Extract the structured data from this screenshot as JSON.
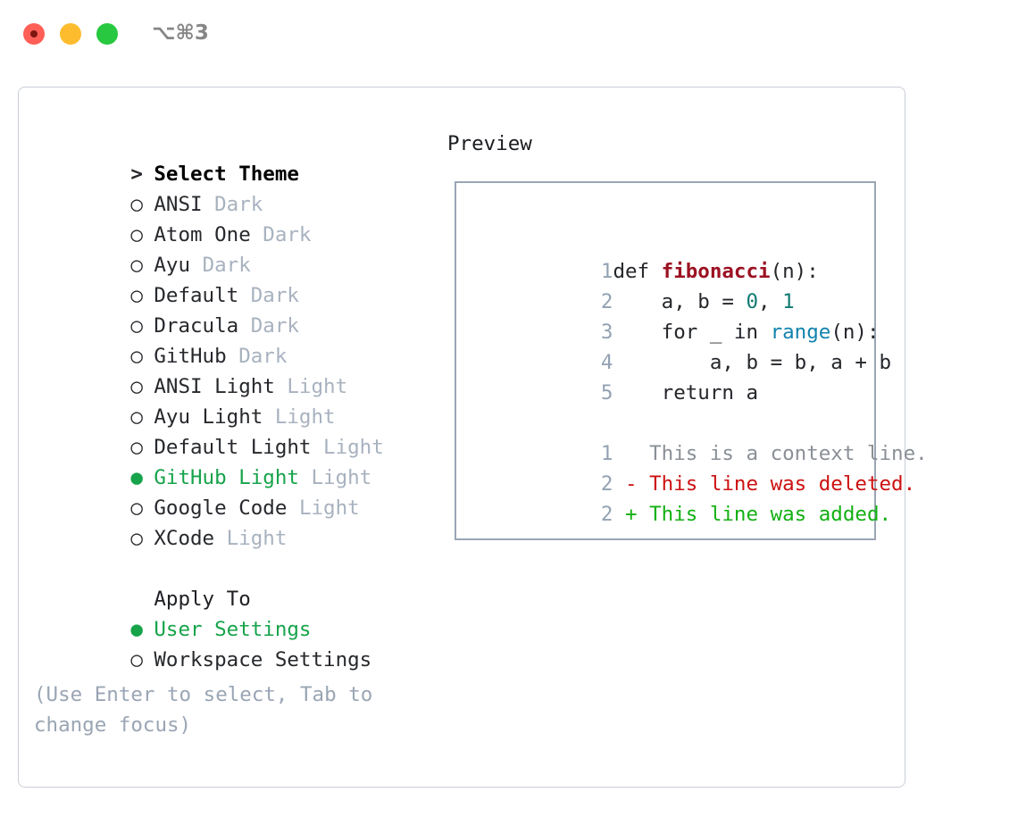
{
  "titlebar": {
    "shortcut": "⌥⌘3",
    "traffic_lights": [
      "close-dot",
      "minimize-dot",
      "maximize-dot"
    ],
    "colors": {
      "red": "#ff5f57",
      "yellow": "#fdbc2e",
      "green": "#28c840"
    }
  },
  "colors": {
    "selected_green": "#16a34a",
    "tag_gray": "#a8b2bf",
    "hint_gray": "#9aa5b4",
    "border_gray": "#c9ced6",
    "preview_border": "#9aa5b4",
    "lineno_gray": "#93a2b3",
    "code_func_red": "#9c1122",
    "code_number_teal": "#0e7a72",
    "code_call_blue": "#1183ad",
    "diff_delete_red": "#cc1111",
    "diff_add_green": "#13b013",
    "diff_context_gray": "#8a8f96"
  },
  "theme_list": {
    "header": {
      "marker": ">",
      "label": "Select Theme"
    },
    "items": [
      {
        "marker": "○",
        "label": "ANSI",
        "tag": "Dark",
        "selected": false
      },
      {
        "marker": "○",
        "label": "Atom One",
        "tag": "Dark",
        "selected": false
      },
      {
        "marker": "○",
        "label": "Ayu",
        "tag": "Dark",
        "selected": false
      },
      {
        "marker": "○",
        "label": "Default",
        "tag": "Dark",
        "selected": false
      },
      {
        "marker": "○",
        "label": "Dracula",
        "tag": "Dark",
        "selected": false
      },
      {
        "marker": "○",
        "label": "GitHub",
        "tag": "Dark",
        "selected": false
      },
      {
        "marker": "○",
        "label": "ANSI Light",
        "tag": "Light",
        "selected": false
      },
      {
        "marker": "○",
        "label": "Ayu Light",
        "tag": "Light",
        "selected": false
      },
      {
        "marker": "○",
        "label": "Default Light",
        "tag": "Light",
        "selected": false
      },
      {
        "marker": "●",
        "label": "GitHub Light",
        "tag": "Light",
        "selected": true
      },
      {
        "marker": "○",
        "label": "Google Code",
        "tag": "Light",
        "selected": false
      },
      {
        "marker": "○",
        "label": "XCode",
        "tag": "Light",
        "selected": false
      }
    ]
  },
  "apply_to": {
    "header": {
      "marker": " ",
      "label": "Apply To"
    },
    "items": [
      {
        "marker": "●",
        "label": "User Settings",
        "selected": true
      },
      {
        "marker": "○",
        "label": "Workspace Settings",
        "selected": false
      }
    ]
  },
  "hint": "(Use Enter to select, Tab to change focus)",
  "preview": {
    "title": "Preview",
    "code_lines": [
      {
        "no": "1",
        "segments": [
          {
            "text": "def ",
            "kind": "plain"
          },
          {
            "text": "fibonacci",
            "kind": "func"
          },
          {
            "text": "(n):",
            "kind": "plain"
          }
        ]
      },
      {
        "no": "2",
        "segments": [
          {
            "text": "    a, b = ",
            "kind": "plain"
          },
          {
            "text": "0",
            "kind": "num"
          },
          {
            "text": ", ",
            "kind": "plain"
          },
          {
            "text": "1",
            "kind": "num"
          }
        ]
      },
      {
        "no": "3",
        "segments": [
          {
            "text": "    for _ in ",
            "kind": "plain"
          },
          {
            "text": "range",
            "kind": "call"
          },
          {
            "text": "(n):",
            "kind": "plain"
          }
        ]
      },
      {
        "no": "4",
        "segments": [
          {
            "text": "        a, b = b, a + b",
            "kind": "plain"
          }
        ]
      },
      {
        "no": "5",
        "segments": [
          {
            "text": "    return a",
            "kind": "plain"
          }
        ]
      }
    ],
    "diff_lines": [
      {
        "no": "1",
        "sign": " ",
        "text": " This is a context line.",
        "kind": "ctx"
      },
      {
        "no": "2",
        "sign": "-",
        "text": " This line was deleted.",
        "kind": "del"
      },
      {
        "no": "2",
        "sign": "+",
        "text": " This line was added.",
        "kind": "add"
      }
    ]
  }
}
